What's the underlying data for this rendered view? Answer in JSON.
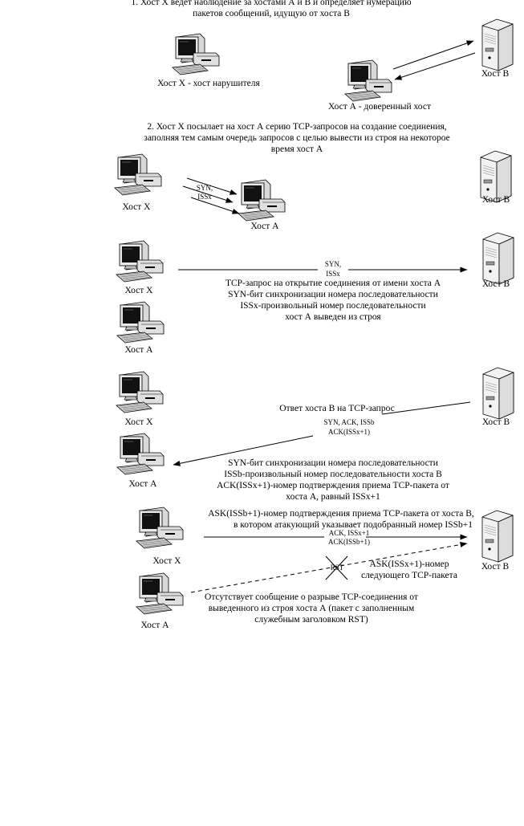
{
  "step1": {
    "text_line1": "1. Хост Х ведет наблюдение за хостами А и В и определяет нумерацию",
    "text_line2": "пакетов сообщений, идущую от хоста В",
    "host_x_label": "Хост Х - хост нарушителя",
    "host_a_label": "Хост А - доверенный хост",
    "host_b_label": "Хост В"
  },
  "step2": {
    "text_line1": "2. Хост Х посылает на хост А серию TCP-запросов на создание соединения,",
    "text_line2": "заполняя тем самым очередь запросов с целью вывести из строя на некоторое",
    "text_line3": "время хост А",
    "packet_line1": "SYN,",
    "packet_line2": "ISSx",
    "host_x_label": "Хост Х",
    "host_a_label": "Хост А",
    "host_b_label": "Хост В"
  },
  "step3": {
    "packet_line1": "SYN,",
    "packet_line2": "ISSx",
    "desc_line1": "TCP-запрос на открытие соединения от имени хоста А",
    "desc_line2": "SYN-бит синхронизации номера последовательности",
    "desc_line3": "ISSx-произвольный номер последовательности",
    "desc_line4": "хост А выведен из строя",
    "host_x_label": "Хост Х",
    "host_a_label": "Хост А",
    "host_b_label": "Хост В"
  },
  "step4": {
    "reply_title": "Ответ хоста В на TCP-запрос",
    "packet_line1": "SYN, ACK, ISSb",
    "packet_line2": "ACK(ISSx+1)",
    "desc_line1": "SYN-бит синхронизации номера последовательности",
    "desc_line2": "ISSb-произвольный номер последовательности хоста В",
    "desc_line3": "ACK(ISSx+1)-номер подтверждения приема TCP-пакета от",
    "desc_line4": "хоста А, равный ISSx+1",
    "host_x_label": "Хост Х",
    "host_a_label": "Хост А",
    "host_b_label": "Хост В"
  },
  "step5": {
    "desc_line1": "ASK(ISSb+1)-номер подтверждения приема TCP-пакета от хоста В,",
    "desc_line2": "в котором атакующий указывает подобранный номер ISSb+1",
    "packet_line1": "ACK, ISSx+1",
    "packet_line2": "ACK(ISSb+1)",
    "rst_label": "RST",
    "next_line1": "ASK(ISSx+1)-номер",
    "next_line2": "следующего TCP-пакета",
    "missing_line1": "Отсутствует сообщение о разрыве TCP-соединения от",
    "missing_line2": "выведенного из строя хоста А (пакет с заполненным",
    "missing_line3": "служебным заголовком RST)",
    "host_x_label": "Хост Х",
    "host_a_label": "Хост А",
    "host_b_label": "Хост В"
  },
  "icons": {
    "workstation": "workstation-icon",
    "server": "server-icon"
  },
  "colors": {
    "line": "#000000",
    "server_body": "#f2f2f2",
    "screen": "#111111"
  }
}
